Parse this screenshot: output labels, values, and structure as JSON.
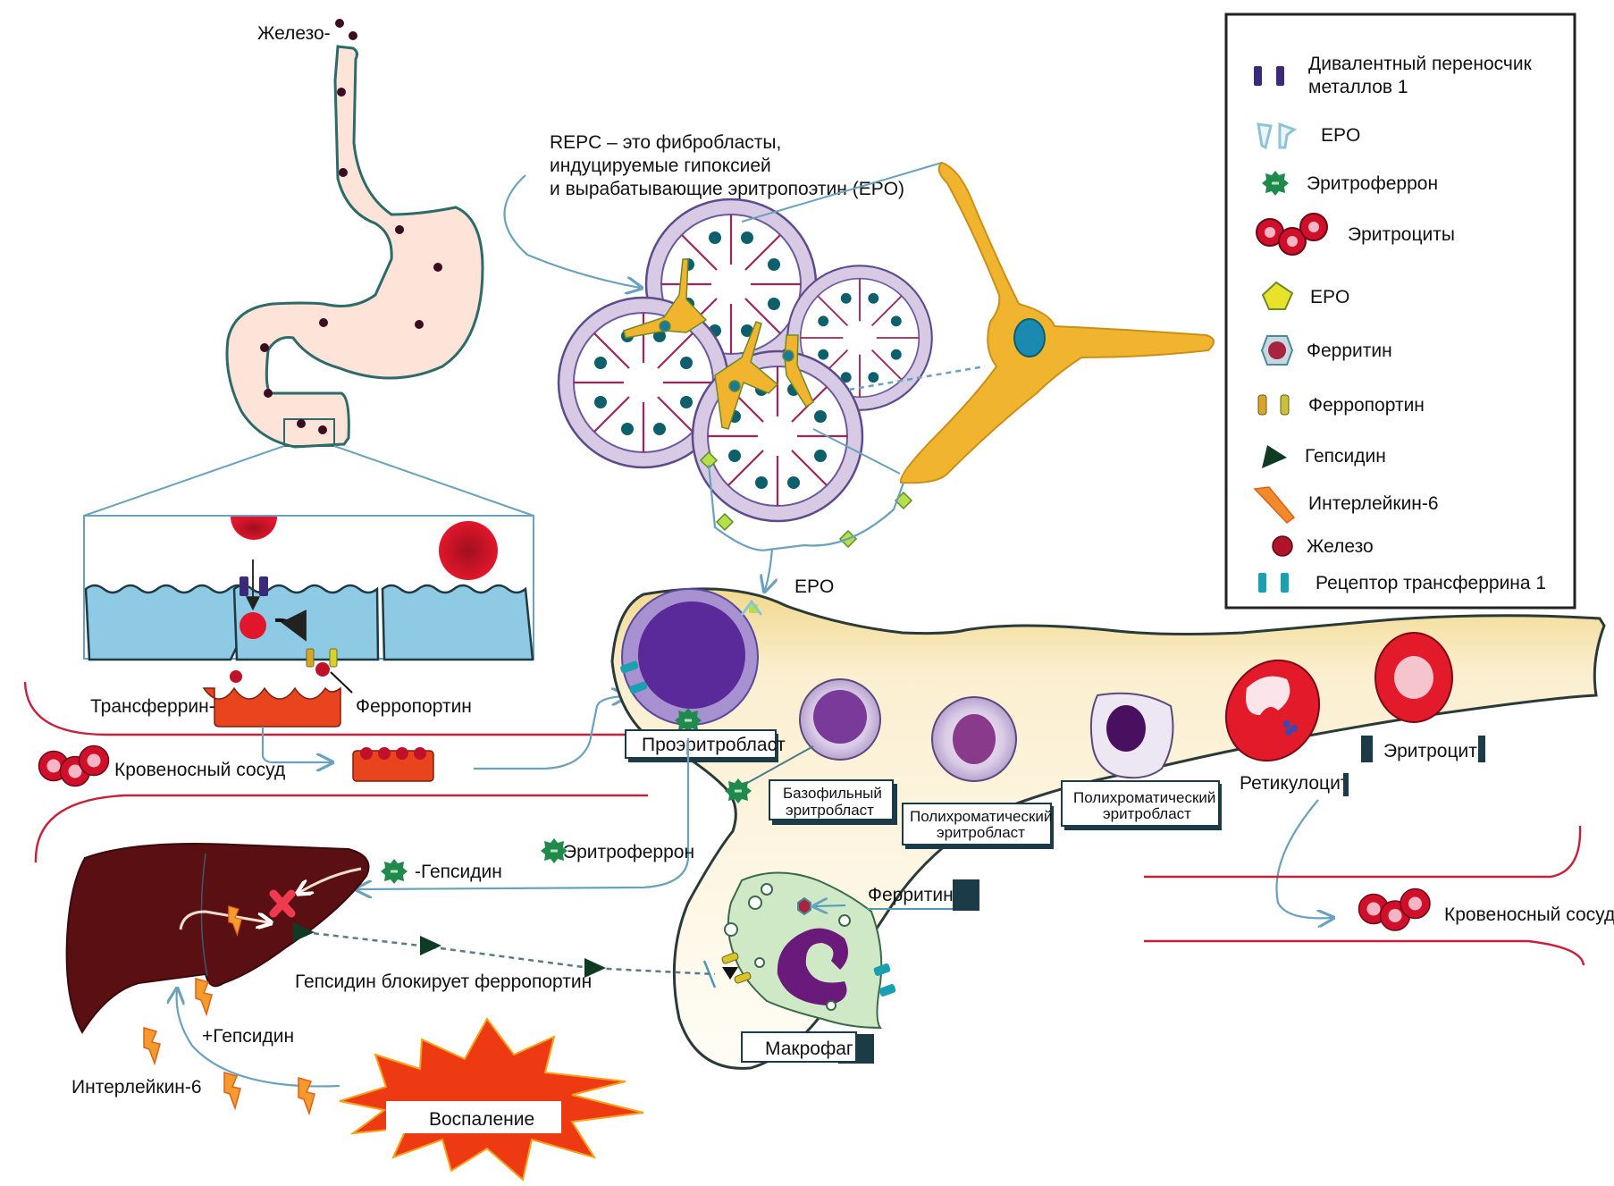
{
  "labels": {
    "iron_top": "Железо-",
    "repc_line1": "REPC – это фибробласты,",
    "repc_line2": "индуцируемые гипоксией",
    "repc_line3": "и вырабатывающие эритропоэтин (EPO)",
    "epo_arrow": "EPO",
    "transferrin": "Трансферрин-",
    "ferroportin": "Ферропортин",
    "blood_vessel_left": "Кровеносный сосуд",
    "blood_vessel_right": "Кровеносный сосуд",
    "proerythroblast": "Проэритробласт",
    "basophilic_line1": "Базофильный",
    "basophilic_line2": "эритробласт",
    "polychromatic_a_line1": "Полихроматический",
    "polychromatic_a_line2": "эритробласт",
    "polychromatic_b_line1": "Полихроматический",
    "polychromatic_b_line2": "эритробласт",
    "reticulocyte": "Ретикулоцит",
    "erythrocyte": "Эритроцит",
    "erythroferrone": "Эритроферрон",
    "minus_hepcidin": "-Гепсидин",
    "plus_hepcidin": "+Гепсидин",
    "hepcidin_blocks": "Гепсидин блокирует ферропортин",
    "ferritin": "Ферритин",
    "macrophage": "Макрофаг",
    "interleukin": "Интерлейкин-6",
    "inflammation": "Воспаление"
  },
  "legend": {
    "items": [
      {
        "icon": "dmt1-transporter-icon",
        "label_line1": "Дивалентный переносчик",
        "label_line2": "металлов 1",
        "color": "#3b2a7a"
      },
      {
        "icon": "epo-receptor-icon",
        "label_line1": "EPO",
        "label_line2": "",
        "color": "#8fc3d6"
      },
      {
        "icon": "erythroferrone-icon",
        "label_line1": "Эритроферрон",
        "label_line2": "",
        "color": "#1f8a4c"
      },
      {
        "icon": "erythrocytes-icon",
        "label_line1": "Эритроциты",
        "label_line2": "",
        "color": "#d0102a"
      },
      {
        "icon": "epo-hormone-icon",
        "label_line1": "EPO",
        "label_line2": "",
        "color": "#e8e22a"
      },
      {
        "icon": "ferritin-icon",
        "label_line1": "Ферритин",
        "label_line2": "",
        "color": "#a8243e"
      },
      {
        "icon": "ferroportin-icon",
        "label_line1": "Ферропортин",
        "label_line2": "",
        "color": "#d7a52a"
      },
      {
        "icon": "hepcidin-icon",
        "label_line1": "Гепсидин",
        "label_line2": "",
        "color": "#0f3a24"
      },
      {
        "icon": "interleukin-6-icon",
        "label_line1": "Интерлейкин-6",
        "label_line2": "",
        "color": "#f08a2a"
      },
      {
        "icon": "iron-icon",
        "label_line1": "Железо",
        "label_line2": "",
        "color": "#b0142a"
      },
      {
        "icon": "transferrin-receptor-icon",
        "label_line1": "Рецептор трансферрина 1",
        "label_line2": "",
        "color": "#1aa0b0"
      }
    ]
  },
  "colors": {
    "iron": "#3a0d1e",
    "stomach_fill": "#fde3d8",
    "stomach_outline": "#2d6a6a",
    "enterocyte": "#8ecae3",
    "transferrin": "#e8441e",
    "liver": "#5a0f12",
    "blood": "#d5132c",
    "marrow": "#fdf6e4",
    "marrow_edge": "#f3dd9c",
    "fibroblast": "#f1b42e",
    "inflammation": "#ee3a12"
  }
}
